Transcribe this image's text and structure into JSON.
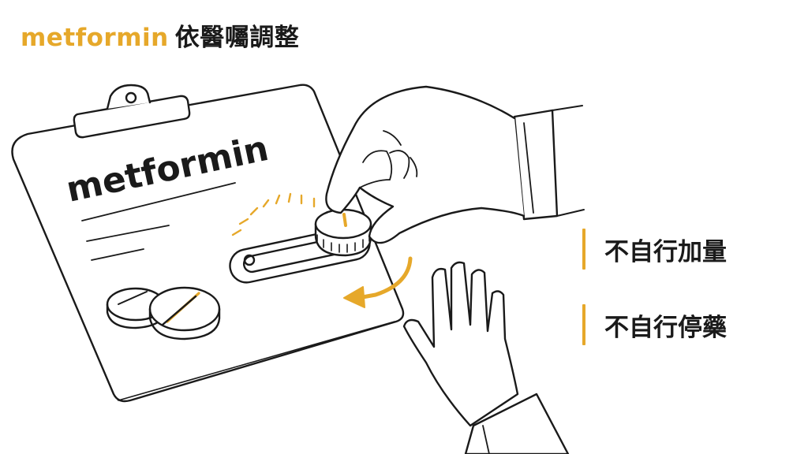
{
  "title": {
    "drug": "metformin",
    "rest": "依醫囑調整"
  },
  "clipboard": {
    "drug_label": "metformin"
  },
  "rules": [
    "不自行加量",
    "不自行停藥"
  ],
  "icons": [
    "clipboard-icon",
    "pill-icon",
    "dosage-dial-icon",
    "hand-icon",
    "arrow-icon"
  ],
  "colors": {
    "accent": "#E6A82A",
    "ink": "#1A1A1A",
    "background": "#FFFFFF"
  }
}
